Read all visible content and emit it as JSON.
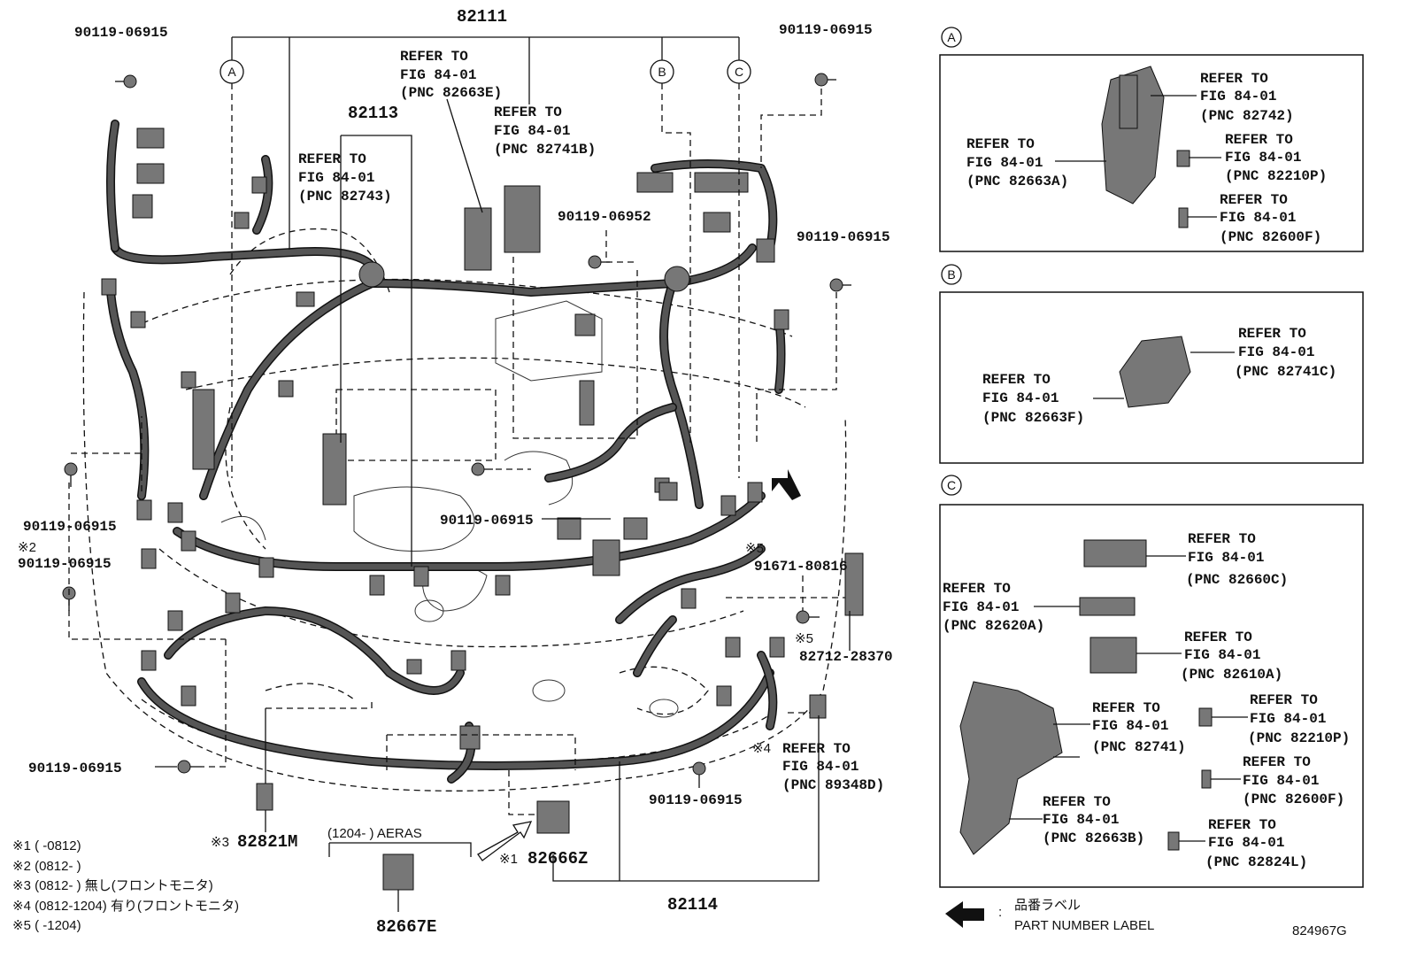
{
  "main": {
    "pn_82111": "82111",
    "pn_82113": "82113",
    "pn_82114": "82114",
    "pn_82666z": "82666Z",
    "pn_82667e": "82667E",
    "pn_82821m": "82821M",
    "bolt_tl": "90119-06915",
    "bolt_tr": "90119-06915",
    "bolt_r": "90119-06915",
    "bolt_mid": "90119-06952",
    "bolt_center": "90119-06915",
    "bolt_left1": "90119-06915",
    "bolt_left2": "90119-06915",
    "bolt_bottom_left": "90119-06915",
    "bolt_bottom_center": "90119-06915",
    "bolt_91671": "91671-80816",
    "bracket_82712": "82712-28370",
    "circle_a": "A",
    "circle_b": "B",
    "circle_c": "C",
    "mark_x2": "※2",
    "mark_x5a": "※5",
    "mark_x5b": "※5",
    "mark_x4": "※4",
    "mark_x3": "※3",
    "mark_x1": "※1",
    "aeras": "(1204-      ) AERAS",
    "refs": [
      {
        "l1": "REFER TO",
        "l2": "FIG 84-01",
        "l3": "(PNC 82663E)"
      },
      {
        "l1": "REFER TO",
        "l2": "FIG 84-01",
        "l3": "(PNC 82741B)"
      },
      {
        "l1": "REFER TO",
        "l2": "FIG 84-01",
        "l3": "(PNC 82743)"
      },
      {
        "l1": "REFER TO",
        "l2": "FIG 84-01",
        "l3": "(PNC 89348D)"
      }
    ]
  },
  "notes": [
    "※1 (      -0812)",
    "※2 (0812-      )",
    "※3 (0812-      ) 無し(フロントモニタ)",
    "※4 (0812-1204) 有り(フロントモニタ)",
    "※5 (      -1204)"
  ],
  "panel_a": {
    "title": "A",
    "refs": [
      {
        "l1": "REFER TO",
        "l2": "FIG 84-01",
        "l3": "(PNC 82742)"
      },
      {
        "l1": "REFER TO",
        "l2": "FIG 84-01",
        "l3": "(PNC 82210P)"
      },
      {
        "l1": "REFER TO",
        "l2": "FIG 84-01",
        "l3": "(PNC 82600F)"
      },
      {
        "l1": "REFER TO",
        "l2": "FIG 84-01",
        "l3": "(PNC 82663A)"
      }
    ]
  },
  "panel_b": {
    "title": "B",
    "refs": [
      {
        "l1": "REFER TO",
        "l2": "FIG 84-01",
        "l3": "(PNC 82741C)"
      },
      {
        "l1": "REFER TO",
        "l2": "FIG 84-01",
        "l3": "(PNC 82663F)"
      }
    ]
  },
  "panel_c": {
    "title": "C",
    "refs": [
      {
        "l1": "REFER TO",
        "l2": "FIG 84-01",
        "l3": "(PNC 82660C)"
      },
      {
        "l1": "REFER TO",
        "l2": "FIG 84-01",
        "l3": "(PNC 82620A)"
      },
      {
        "l1": "REFER TO",
        "l2": "FIG 84-01",
        "l3": "(PNC 82610A)"
      },
      {
        "l1": "REFER TO",
        "l2": "FIG 84-01",
        "l3": "(PNC 82741)"
      },
      {
        "l1": "REFER TO",
        "l2": "FIG 84-01",
        "l3": "(PNC 82210P)"
      },
      {
        "l1": "REFER TO",
        "l2": "FIG 84-01",
        "l3": "(PNC 82600F)"
      },
      {
        "l1": "REFER TO",
        "l2": "FIG 84-01",
        "l3": "(PNC 82663B)"
      },
      {
        "l1": "REFER TO",
        "l2": "FIG 84-01",
        "l3": "(PNC 82824L)"
      }
    ]
  },
  "legend": {
    "jp": "品番ラベル",
    "en": "PART NUMBER LABEL",
    "colon": ":"
  },
  "figure_code": "824967G"
}
